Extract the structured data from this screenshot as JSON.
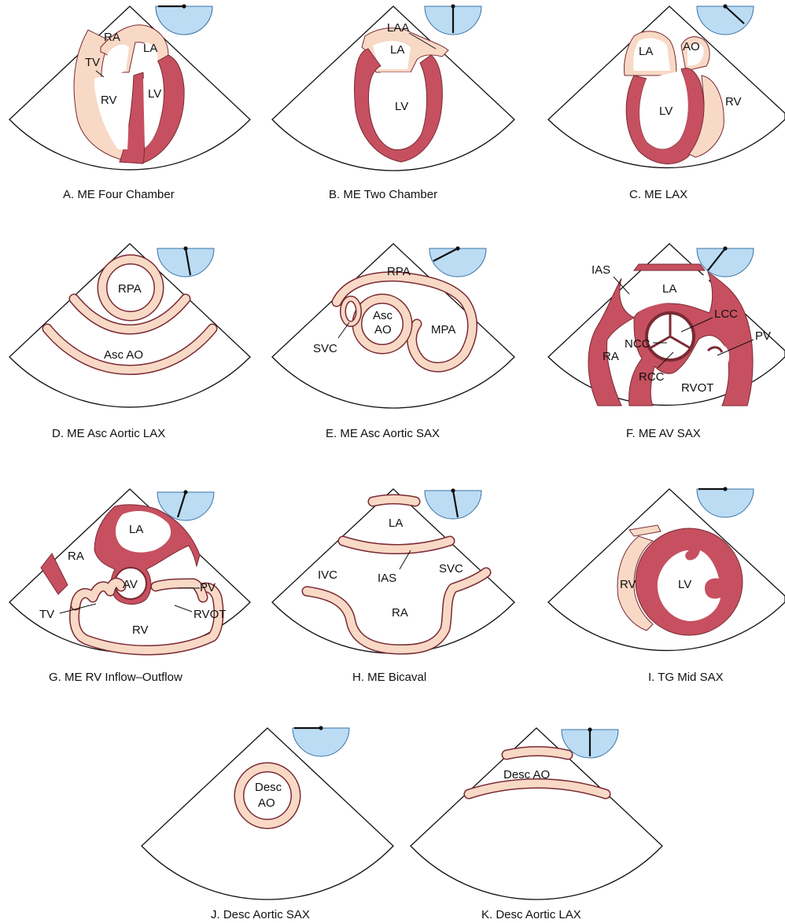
{
  "colors": {
    "muscle": "#c65060",
    "thin_wall": "#f8d9c6",
    "gauge": "#bcdcf4"
  },
  "views": [
    {
      "id": "A",
      "caption": "A.  ME Four Chamber",
      "labels": [
        "RA",
        "LA",
        "TV",
        "RV",
        "LV"
      ],
      "probe_angle_deg": 0
    },
    {
      "id": "B",
      "caption": "B.  ME Two Chamber",
      "labels": [
        "LAA",
        "LA",
        "LV"
      ],
      "probe_angle_deg": 90
    },
    {
      "id": "C",
      "caption": "C.  ME LAX",
      "labels": [
        "LA",
        "AO",
        "LV",
        "RV"
      ],
      "probe_angle_deg": 135
    },
    {
      "id": "D",
      "caption": "D.  ME Asc Aortic LAX",
      "labels": [
        "RPA",
        "Asc AO"
      ],
      "probe_angle_deg": 100
    },
    {
      "id": "E",
      "caption": "E.  ME Asc Aortic SAX",
      "labels": [
        "RPA",
        "Asc",
        "AO",
        "SVC",
        "MPA"
      ],
      "probe_angle_deg": 30
    },
    {
      "id": "F",
      "caption": "F.  ME AV SAX",
      "labels": [
        "IAS",
        "LA",
        "LCC",
        "NCC",
        "PV",
        "RA",
        "RCC",
        "RVOT"
      ],
      "probe_angle_deg": 40
    },
    {
      "id": "G",
      "caption": "G.  ME RV Inflow–Outflow",
      "labels": [
        "LA",
        "RA",
        "AV",
        "PV",
        "TV",
        "RVOT",
        "RV"
      ],
      "probe_angle_deg": 70
    },
    {
      "id": "H",
      "caption": "H.  ME Bicaval",
      "labels": [
        "LA",
        "IVC",
        "SVC",
        "IAS",
        "RA"
      ],
      "probe_angle_deg": 100
    },
    {
      "id": "I",
      "caption": "I.  TG Mid SAX",
      "labels": [
        "RV",
        "LV"
      ],
      "probe_angle_deg": 0
    },
    {
      "id": "J",
      "caption": "J.  Desc Aortic SAX",
      "labels": [
        "Desc",
        "AO"
      ],
      "probe_angle_deg": 0
    },
    {
      "id": "K",
      "caption": "K.  Desc Aortic LAX",
      "labels": [
        "Desc AO"
      ],
      "probe_angle_deg": 90
    }
  ]
}
